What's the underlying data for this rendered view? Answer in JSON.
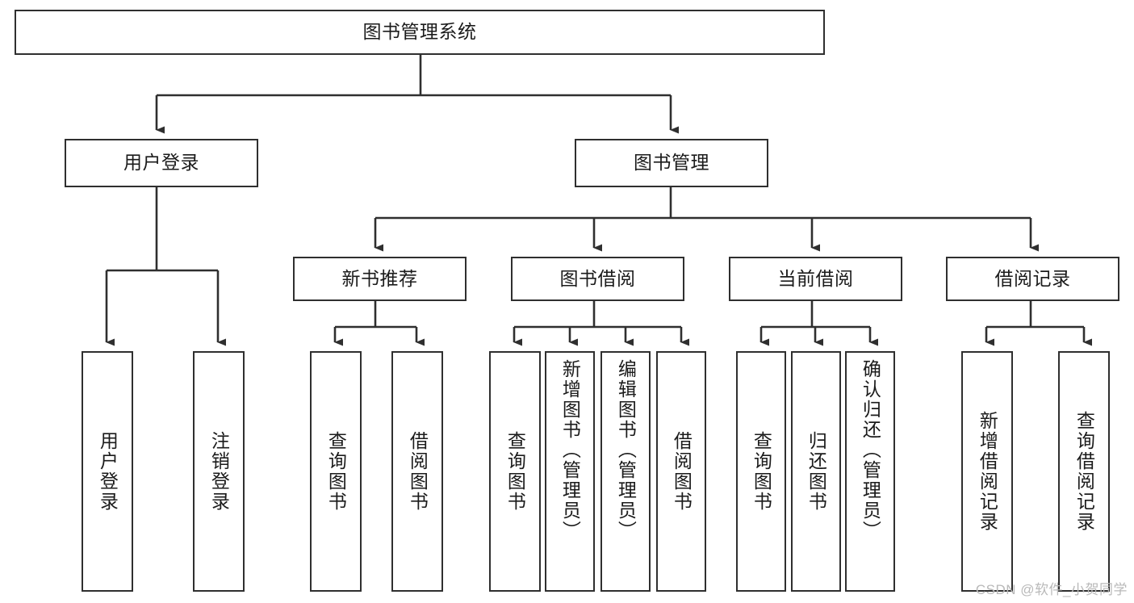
{
  "diagram": {
    "type": "tree",
    "title": "图书管理系统",
    "root": {
      "id": "root",
      "label": "图书管理系统"
    },
    "level1": [
      {
        "id": "user-login",
        "label": "用户登录"
      },
      {
        "id": "book-manage",
        "label": "图书管理"
      }
    ],
    "level2": [
      {
        "id": "new-book-recommend",
        "label": "新书推荐",
        "parent": "book-manage"
      },
      {
        "id": "book-borrow",
        "label": "图书借阅",
        "parent": "book-manage"
      },
      {
        "id": "current-borrow",
        "label": "当前借阅",
        "parent": "book-manage"
      },
      {
        "id": "borrow-record",
        "label": "借阅记录",
        "parent": "book-manage"
      }
    ],
    "leaves": [
      {
        "id": "leaf-user-login",
        "label": "用户登录",
        "parent": "user-login"
      },
      {
        "id": "leaf-logout-login",
        "label": "注销登录",
        "parent": "user-login"
      },
      {
        "id": "leaf-query-book-1",
        "label": "查询图书",
        "parent": "new-book-recommend"
      },
      {
        "id": "leaf-borrow-book-1",
        "label": "借阅图书",
        "parent": "new-book-recommend"
      },
      {
        "id": "leaf-query-book-2",
        "label": "查询图书",
        "parent": "book-borrow"
      },
      {
        "id": "leaf-add-book",
        "label": "新增图书（管理员）",
        "parent": "book-borrow"
      },
      {
        "id": "leaf-edit-book",
        "label": "编辑图书（管理员）",
        "parent": "book-borrow"
      },
      {
        "id": "leaf-borrow-book-2",
        "label": "借阅图书",
        "parent": "book-borrow"
      },
      {
        "id": "leaf-query-book-3",
        "label": "查询图书",
        "parent": "current-borrow"
      },
      {
        "id": "leaf-return-book",
        "label": "归还图书",
        "parent": "current-borrow"
      },
      {
        "id": "leaf-confirm-return",
        "label": "确认归还（管理员）",
        "parent": "current-borrow"
      },
      {
        "id": "leaf-add-record",
        "label": "新增借阅记录",
        "parent": "borrow-record"
      },
      {
        "id": "leaf-query-record",
        "label": "查询借阅记录",
        "parent": "borrow-record"
      }
    ],
    "colors": {
      "line": "#2f2f2f",
      "box_border": "#2f2f2f",
      "box_fill": "#ffffff",
      "text": "#1b1b1b",
      "background": "#ffffff",
      "watermark": "#b9b9b9"
    }
  },
  "watermark": {
    "text": "CSDN @软件_小贺同学"
  }
}
